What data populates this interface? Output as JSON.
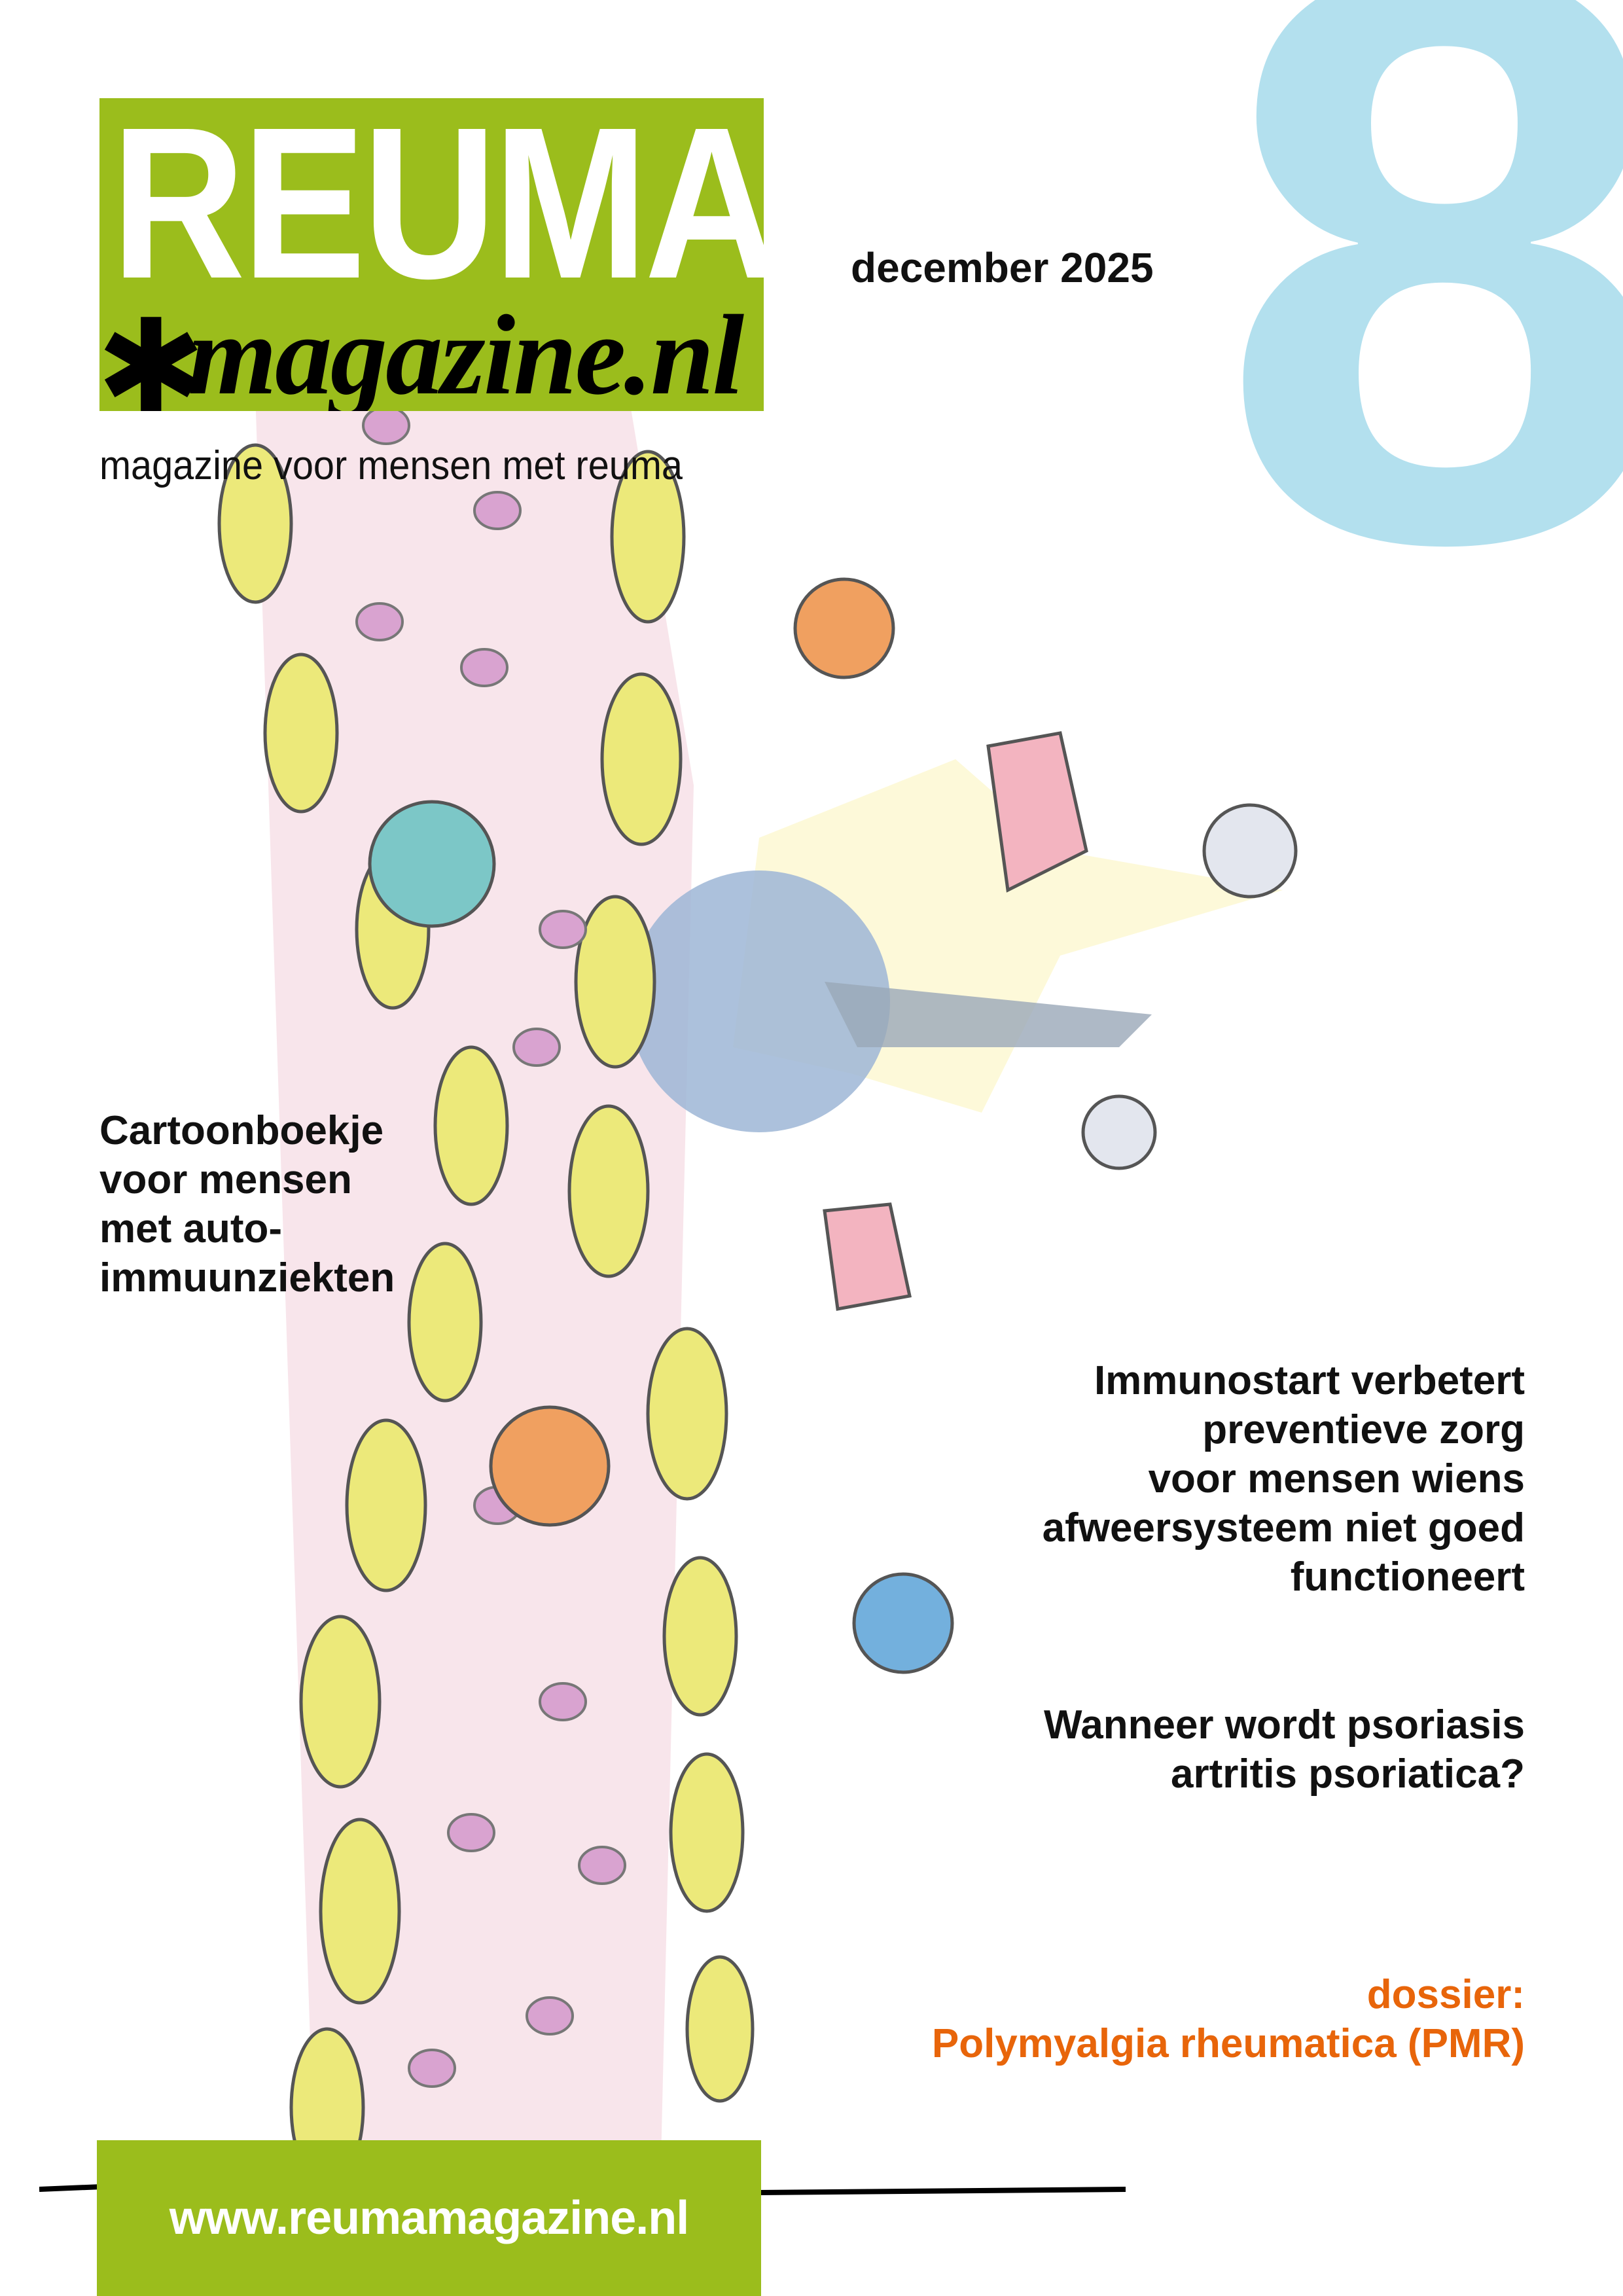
{
  "colors": {
    "brand_green": "#9bbd1c",
    "issue_blue": "#b3e0ee",
    "accent_orange": "#e8650a",
    "text": "#111111"
  },
  "masthead": {
    "title": "REUMA",
    "subtitle": "magazine.nl",
    "asterisk_icon": "asterisk-icon",
    "tagline": "magazine voor mensen met reuma"
  },
  "issue": {
    "number": "8",
    "date": "december 2025"
  },
  "stories": {
    "cartoon": [
      "Cartoonboekje",
      "voor mensen",
      "met auto-",
      "immuunziekten"
    ],
    "immunostart": [
      "Immunostart verbetert",
      "preventieve zorg",
      "voor mensen wiens",
      "afweersysteem niet goed",
      "functioneert"
    ],
    "psoriasis": [
      "Wanneer wordt psoriasis",
      "artritis psoriatica?"
    ],
    "dossier": [
      "dossier:",
      "Polymyalgia rheumatica (PMR)"
    ]
  },
  "footer": {
    "url": "www.reumamagazine.nl"
  }
}
